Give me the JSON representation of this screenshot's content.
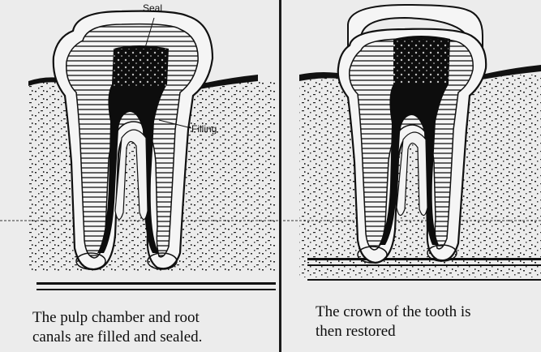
{
  "panels": [
    {
      "labels": {
        "seal": "Seal",
        "filling": "Filling"
      },
      "caption": "The pulp chamber and root\ncanals are filled and sealed."
    },
    {
      "caption": "The crown of the tooth is\nthen restored"
    }
  ],
  "colors": {
    "ink": "#111111",
    "paper": "#ececec"
  }
}
